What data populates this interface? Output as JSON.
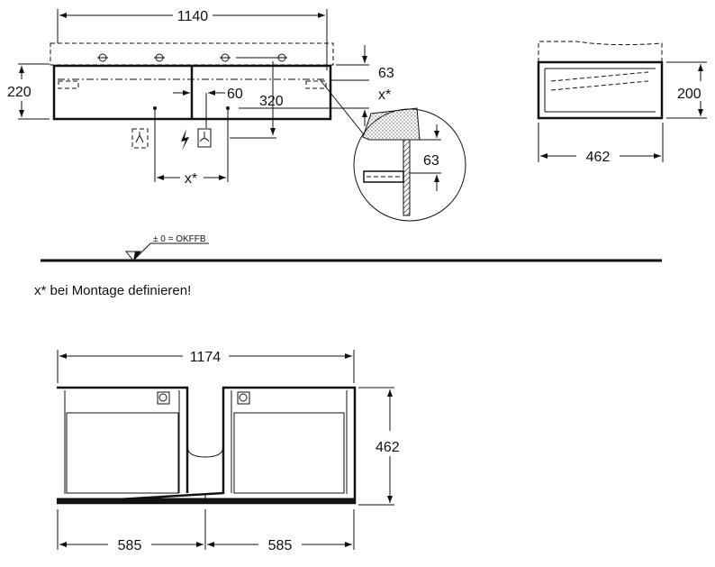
{
  "front_view": {
    "width_label": "1140",
    "height_label": "220",
    "top_offset_label": "63",
    "x_star_right_label": "x*",
    "offset_60_label": "60",
    "offset_320_label": "320",
    "x_star_bottom_label": "x*"
  },
  "detail": {
    "bracket_label": "63"
  },
  "floor": {
    "reference_label": "± 0 = OKFFB"
  },
  "note": "x* bei Montage definieren!",
  "side_view": {
    "height_label": "200",
    "depth_label": "462"
  },
  "top_view": {
    "width_label": "1174",
    "depth_label": "462",
    "left_half_label": "585",
    "right_half_label": "585"
  }
}
